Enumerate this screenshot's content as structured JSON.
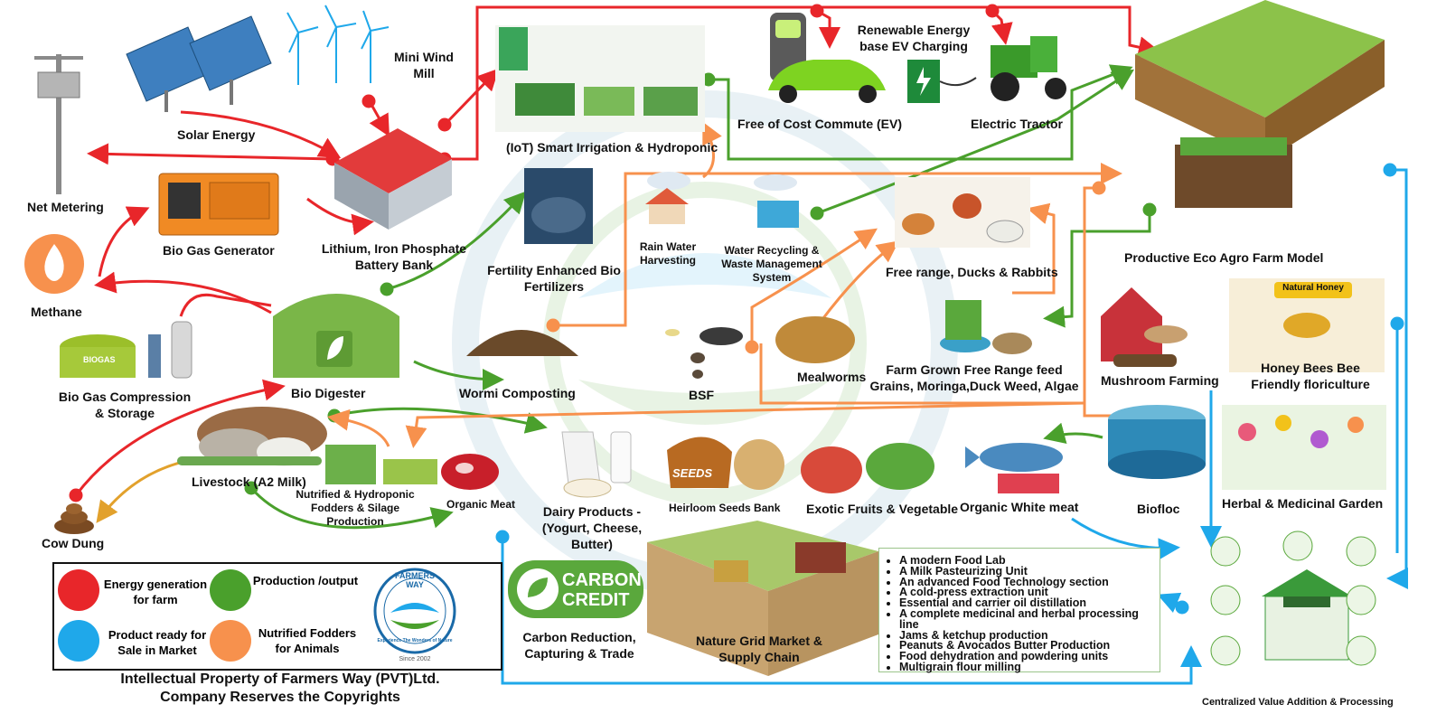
{
  "nodes": {
    "net_metering": "Net Metering",
    "solar_energy": "Solar Energy",
    "mini_wind_mill": "Mini Wind Mill",
    "battery_bank": "Lithium, Iron Phosphate Battery Bank",
    "bio_gas_generator": "Bio Gas Generator",
    "methane": "Methane",
    "bio_gas_storage": "Bio Gas Compression & Storage",
    "bio_digester": "Bio Digester",
    "livestock": "Livestock (A2 Milk)",
    "cow_dung": "Cow Dung",
    "fodders": "Nutrified & Hydroponic Fodders & Silage Production",
    "organic_meat": "Organic Meat",
    "dairy": "Dairy Products - (Yogurt, Cheese, Butter)",
    "smart_irrigation": "(IoT) Smart Irrigation &  Hydroponic",
    "bio_fertilizers": "Fertility Enhanced Bio Fertilizers",
    "wormi_composting": "Wormi Composting",
    "rain_water": "Rain Water Harvesting",
    "water_recycling": "Water Recycling & Waste Management System",
    "bsf": "BSF",
    "mealworms": "Mealworms",
    "ev_charging": "Renewable Energy base EV Charging",
    "free_commute": "Free of Cost Commute (EV)",
    "electric_tractor": "Electric Tractor",
    "free_range": "Free range, Ducks  & Rabbits",
    "farm_feed": "Farm Grown Free Range feed Grains, Moringa,Duck Weed, Algae",
    "eco_farm": "Productive Eco Agro  Farm Model",
    "mushroom": "Mushroom Farming",
    "honey_bees": "Honey Bees Bee Friendly floriculture",
    "natural_honey_tag": "Natural Honey",
    "herbal_garden": "Herbal & Medicinal Garden",
    "biofloc": "Biofloc",
    "white_meat": "Organic White meat",
    "exotic_fruits": "Exotic Fruits & Vegetable",
    "heirloom_seeds": "Heirloom Seeds Bank",
    "seeds_sack": "SEEDS",
    "biogas_tank": "BIOGAS",
    "carbon_trade": "Carbon Reduction, Capturing & Trade",
    "nature_grid": "Nature Grid Market & Supply Chain",
    "value_addition": "Centralized Value Addition & Processing"
  },
  "carbon_badge": [
    "CARBON",
    "CREDIT"
  ],
  "processing_units": [
    "A modern Food Lab",
    "A Milk Pasteurizing Unit",
    "An advanced Food Technology section",
    "A cold-press extraction unit",
    "Essential and carrier oil distillation",
    "A complete medicinal and herbal processing line",
    "Jams & ketchup production",
    "Peanuts & Avocados Butter Production",
    "Food dehydration and powdering units",
    "Multigrain flour milling"
  ],
  "legend": [
    {
      "label": "Energy generation for farm",
      "color": "#e8262a"
    },
    {
      "label": "Production /output",
      "color": "#4aa02c"
    },
    {
      "label": "Product ready for Sale in Market",
      "color": "#1fa8ea"
    },
    {
      "label": "Nutrified Fodders for Animals",
      "color": "#f7914d"
    }
  ],
  "logo": {
    "name": "FARMERS WAY",
    "tagline": "Experience The Wonders of Nature",
    "since": "Since 2002"
  },
  "copyright": [
    "Intellectual Property of Farmers Way  (PVT)Ltd.",
    "Company  Reserves the Copyrights"
  ],
  "colors": {
    "energy": "#e8262a",
    "production": "#4aa02c",
    "market": "#1fa8ea",
    "fodder": "#f7914d"
  }
}
